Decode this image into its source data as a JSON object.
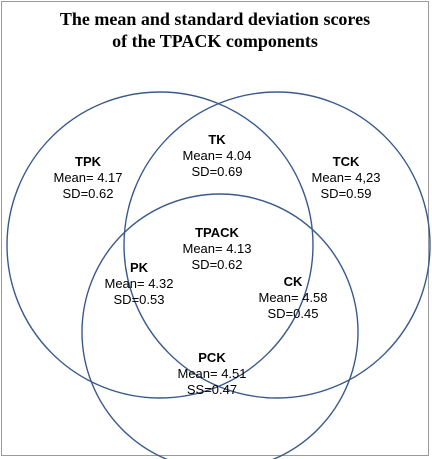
{
  "title": {
    "line1": "The mean and standard deviation scores",
    "line2": "of the TPACK components"
  },
  "circle_color": "#3a5a8c",
  "regions": {
    "tpk": {
      "name": "TPK",
      "mean": "Mean= 4.17",
      "sd": "SD=0.62"
    },
    "tk": {
      "name": "TK",
      "mean": "Mean= 4.04",
      "sd": "SD=0.69"
    },
    "tck": {
      "name": "TCK",
      "mean": "Mean= 4,23",
      "sd": "SD=0.59"
    },
    "tpack": {
      "name": "TPACK",
      "mean": "Mean= 4.13",
      "sd": "SD=0.62"
    },
    "pk": {
      "name": "PK",
      "mean": "Mean= 4.32",
      "sd": "SD=0.53"
    },
    "ck": {
      "name": "CK",
      "mean": "Mean= 4.58",
      "sd": "SD=0.45"
    },
    "pck": {
      "name": "PCK",
      "mean": "Mean= 4.51",
      "sd": "SS=0.47"
    }
  }
}
